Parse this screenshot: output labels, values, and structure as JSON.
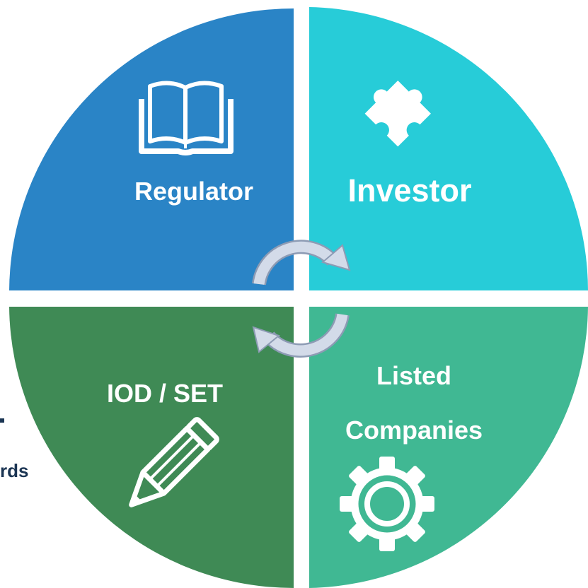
{
  "colors": {
    "regulator": "#2a84c6",
    "investor": "#27ccd8",
    "iod_set": "#3f8a55",
    "listed_companies": "#40b893",
    "cycle_arrow": "#d3dbe9",
    "left_text": "#1b3553"
  },
  "quadrants": {
    "regulator": {
      "label": "Regulator",
      "icon": "book-icon"
    },
    "investor": {
      "label": "Investor",
      "icon": "puzzle-icon"
    },
    "iod_set": {
      "label": "IOD / SET",
      "icon": "pencil-icon"
    },
    "listed_companies": {
      "label_line1": "Listed",
      "label_line2": "Companies",
      "icon": "gear-icon"
    }
  },
  "center": {
    "icon": "cycle-arrows-icon"
  },
  "left_cut_text": {
    "line2": "rds"
  }
}
